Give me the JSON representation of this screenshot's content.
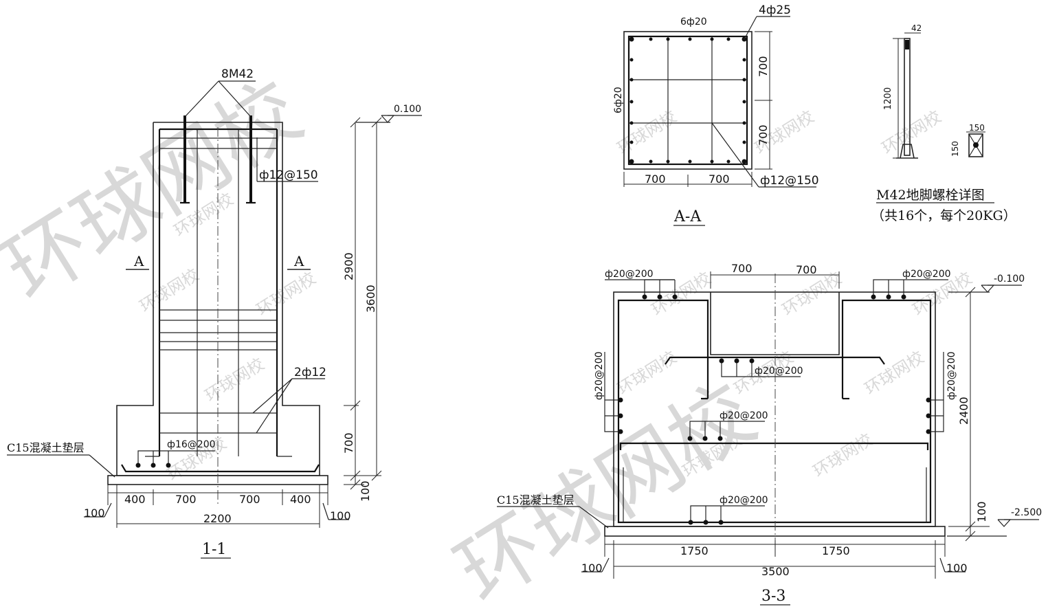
{
  "watermark": {
    "text": "环球网校"
  },
  "section_1_1": {
    "title": "1-1",
    "bolt_label": "8M42",
    "stirrup_label": "ф12@150",
    "section_mark_left": "A",
    "section_mark_right": "A",
    "bar_label": "2ф12",
    "base_bar_label": "ф16@200",
    "bedding_label": "C15混凝土垫层",
    "elevation_top": "0.100",
    "dims_bottom": [
      "400",
      "700",
      "700",
      "400"
    ],
    "dim_total": "2200",
    "dim_left_pad": "100",
    "dim_right_pad": "100",
    "dims_right": [
      "2900",
      "700",
      "100"
    ],
    "dim_right_total": "3600"
  },
  "section_a_a": {
    "title": "A-A",
    "top_bars": "6ф20",
    "corner_bars": "4ф25",
    "side_bars": "6ф20",
    "stirrup": "ф12@150",
    "dims_bottom": [
      "700",
      "700"
    ],
    "dims_right": [
      "700",
      "700"
    ]
  },
  "bolt_detail": {
    "title": "M42地脚螺栓详图",
    "note": "（共16个，每个20KG）",
    "dim_top": "42",
    "dim_length": "1200",
    "plate_w": "150",
    "plate_h": "150"
  },
  "section_3_3": {
    "title": "3-3",
    "top_dims": [
      "700",
      "700"
    ],
    "label_top_left": "ф20@200",
    "label_top_right": "ф20@200",
    "label_side_left": "ф20@200",
    "label_side_right": "ф20@200",
    "label_mid_upper": "ф20@200",
    "label_mid_lower": "ф20@200",
    "label_bottom": "ф20@200",
    "bedding_label": "C15混凝土垫层",
    "elevation_top": "-0.100",
    "elevation_bottom": "-2.500",
    "dims_bottom": [
      "1750",
      "1750"
    ],
    "dim_total": "3500",
    "dim_left_pad": "100",
    "dim_right_pad": "100",
    "dim_right": "2400",
    "dim_right_pad_v": "100"
  }
}
